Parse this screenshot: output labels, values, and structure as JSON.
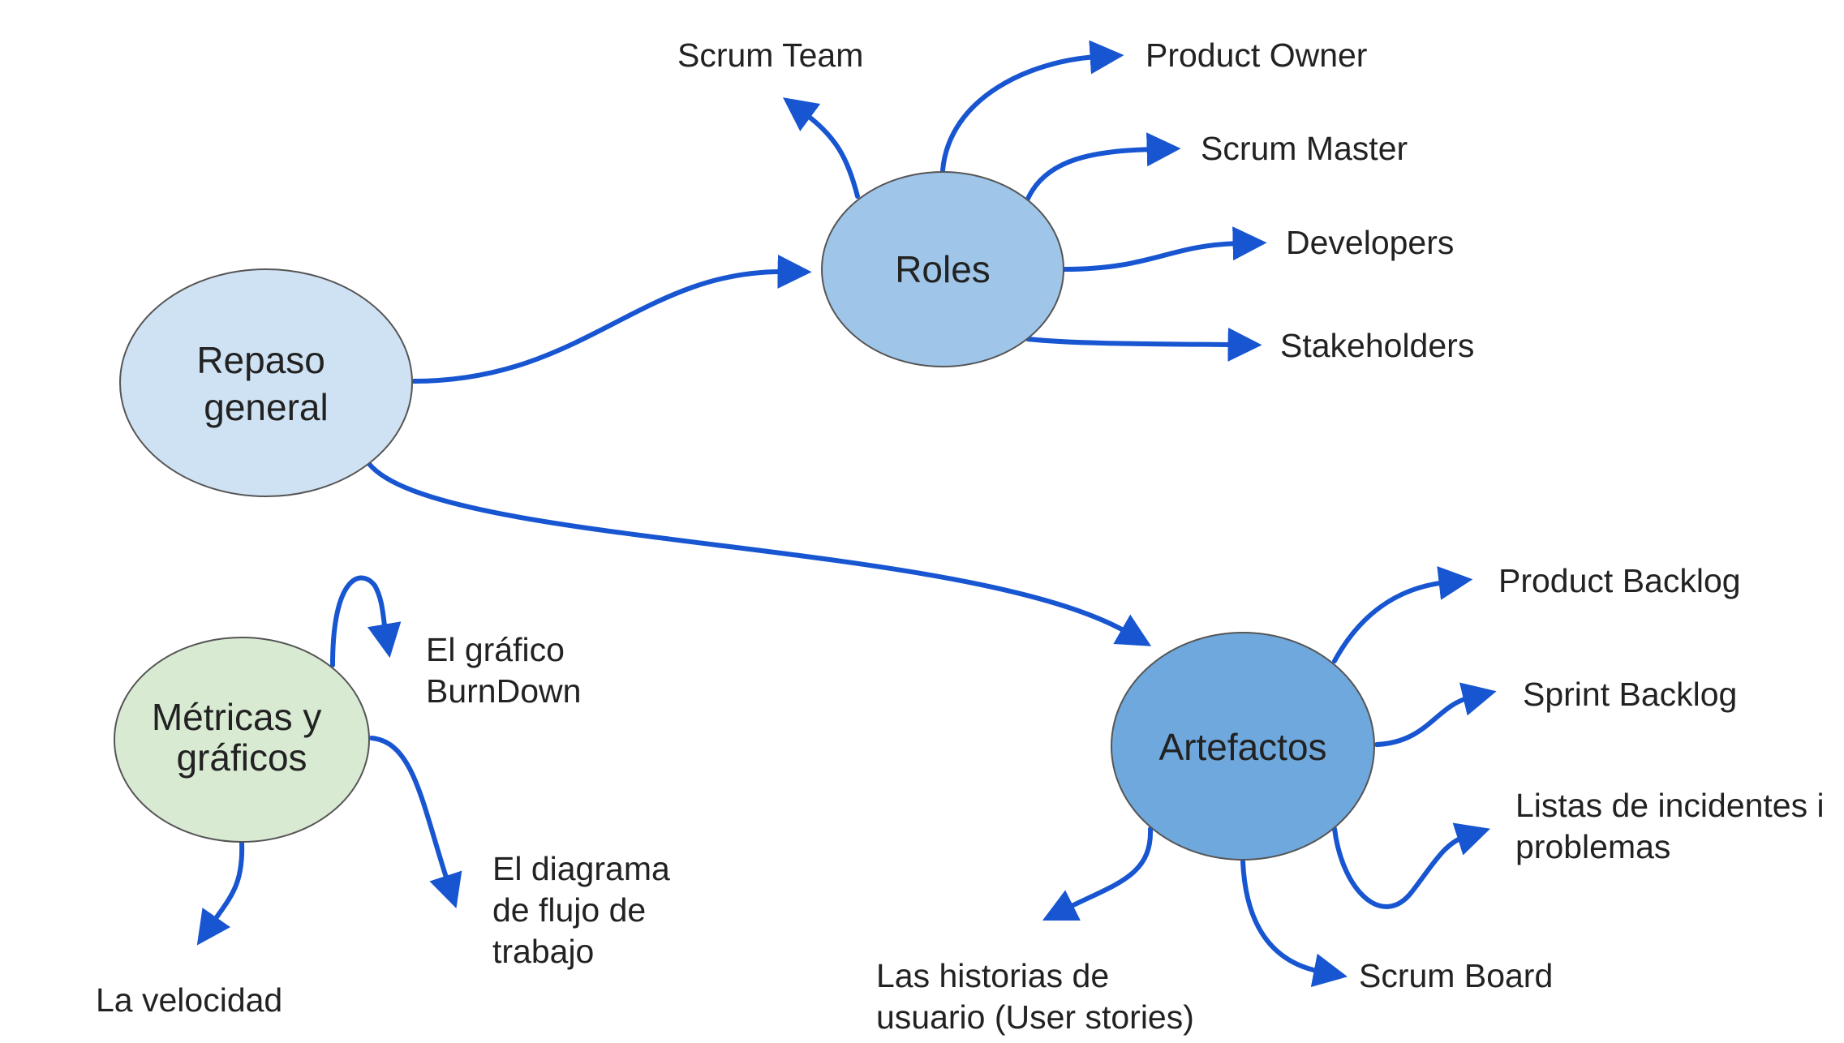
{
  "colors": {
    "edge": "#1755d1",
    "node_stroke": "#555555",
    "repaso_fill": "#cfe2f3",
    "roles_fill": "#9fc5e8",
    "artefactos_fill": "#6fa8dc",
    "metricas_fill": "#d9ead3",
    "text": "#222222",
    "text_on_dark": "#ffffff"
  },
  "nodes": {
    "repaso": {
      "lines": [
        "Repaso",
        "general"
      ]
    },
    "roles": {
      "lines": [
        "Roles"
      ]
    },
    "artefactos": {
      "lines": [
        "Artefactos"
      ]
    },
    "metricas": {
      "lines": [
        "Métricas y",
        "gráficos"
      ]
    }
  },
  "leaves": {
    "scrum_team": {
      "lines": [
        "Scrum Team"
      ]
    },
    "product_owner": {
      "lines": [
        "Product Owner"
      ]
    },
    "scrum_master": {
      "lines": [
        "Scrum Master"
      ]
    },
    "developers": {
      "lines": [
        "Developers"
      ]
    },
    "stakeholders": {
      "lines": [
        "Stakeholders"
      ]
    },
    "product_backlog": {
      "lines": [
        "Product Backlog"
      ]
    },
    "sprint_backlog": {
      "lines": [
        "Sprint Backlog"
      ]
    },
    "listas_incidentes": {
      "lines": [
        "Listas de incidentes i",
        "problemas"
      ]
    },
    "scrum_board": {
      "lines": [
        "Scrum Board"
      ]
    },
    "historias_usuario": {
      "lines": [
        "Las historias de",
        "usuario (User stories)"
      ]
    },
    "grafico_burndown": {
      "lines": [
        "El gráfico",
        "BurnDown"
      ]
    },
    "diagrama_flujo": {
      "lines": [
        "El diagrama",
        "de flujo de",
        "trabajo"
      ]
    },
    "velocidad": {
      "lines": [
        "La velocidad"
      ]
    }
  }
}
